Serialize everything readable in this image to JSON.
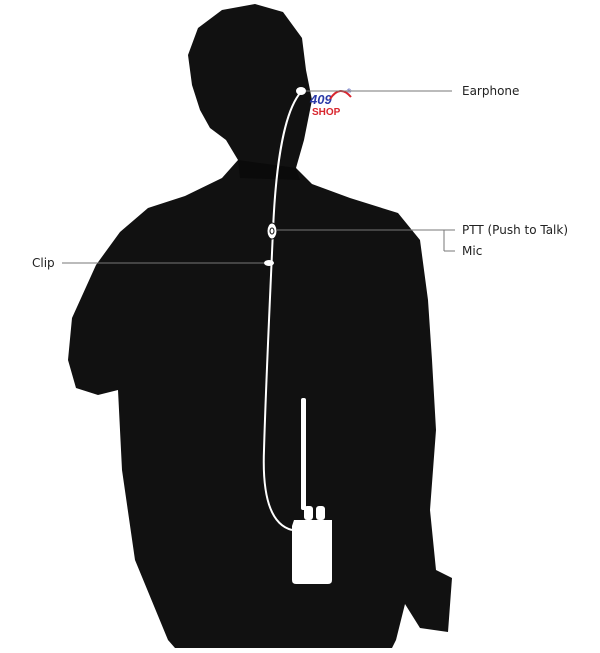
{
  "labels": {
    "earphone": "Earphone",
    "ptt": "PTT (Push to Talk)",
    "mic": "Mic",
    "clip": "Clip"
  },
  "logo": {
    "line1": "409",
    "line2": "SHOP",
    "mark": "®"
  },
  "colors": {
    "silhouette": "#111111",
    "wire": "#ffffff",
    "leader": "#777777",
    "text": "#222222",
    "logo_blue": "#2b3aa8",
    "logo_red": "#d8262e"
  }
}
